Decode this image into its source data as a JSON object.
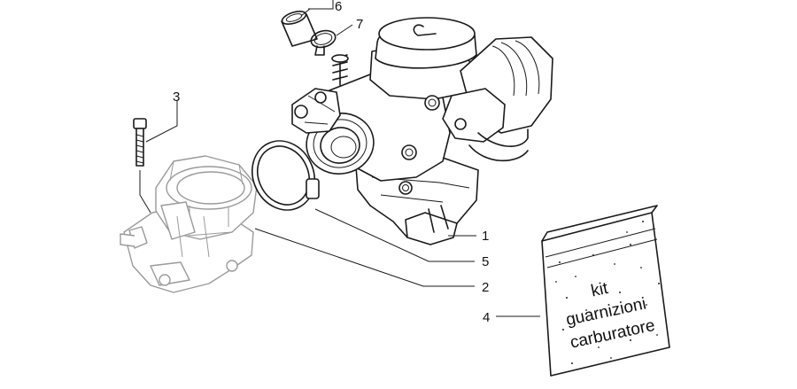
{
  "callouts": [
    {
      "id": "1",
      "label": "1"
    },
    {
      "id": "2",
      "label": "2"
    },
    {
      "id": "3",
      "label": "3"
    },
    {
      "id": "4",
      "label": "4"
    },
    {
      "id": "5",
      "label": "5"
    },
    {
      "id": "6",
      "label": "6"
    },
    {
      "id": "7",
      "label": "7"
    }
  ],
  "kit": {
    "line1": "kit",
    "line2": "guarnizioni",
    "line3": "carburatore"
  }
}
